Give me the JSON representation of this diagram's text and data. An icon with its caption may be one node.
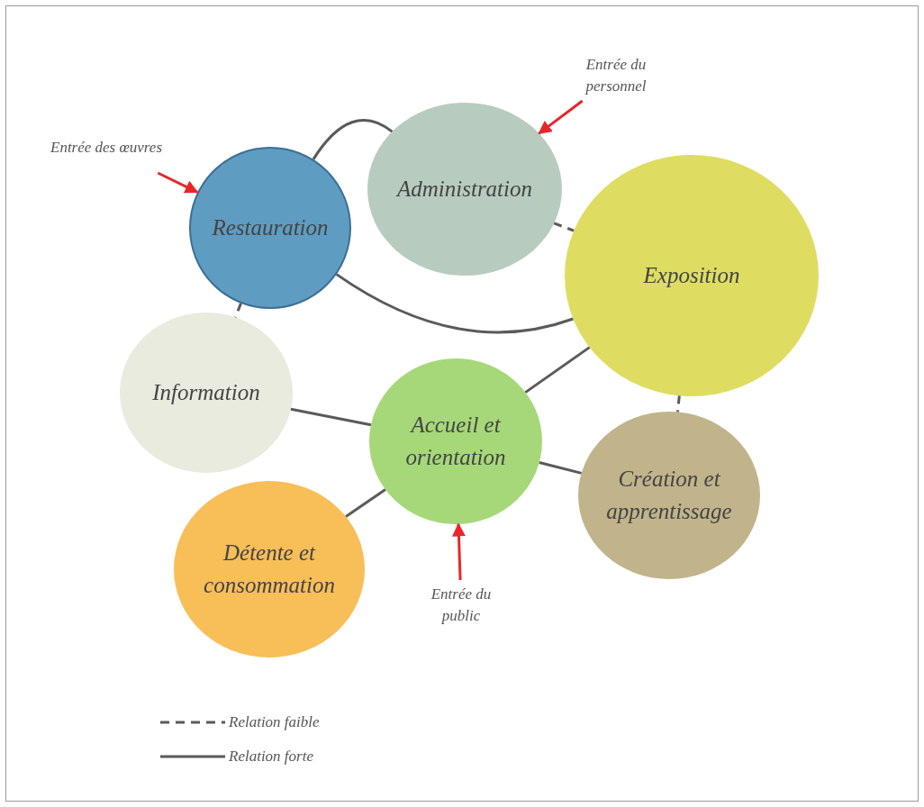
{
  "diagram": {
    "nodes": [
      {
        "text": [
          "Restauration"
        ]
      },
      {
        "text": [
          "Administration"
        ]
      },
      {
        "text": [
          "Exposition"
        ]
      },
      {
        "text": [
          "Information"
        ]
      },
      {
        "text": [
          "Accueil et orientation"
        ]
      },
      {
        "text": [
          "Création et apprentissage"
        ]
      },
      {
        "text": [
          "Détente et consommation"
        ]
      },
      {
        "text": [
          "Entrée des œuvres"
        ]
      },
      {
        "text": [
          "Entrée du personnel"
        ]
      },
      {
        "text": [
          "Entrée du public"
        ]
      }
    ],
    "edges": [
      {
        "from": 0,
        "to": 1,
        "arrow": "none"
      },
      {
        "from": 0,
        "to": 2,
        "arrow": "none"
      },
      {
        "from": 1,
        "to": 2,
        "arrow": "none",
        "style": "dashed"
      },
      {
        "from": 0,
        "to": 3,
        "arrow": "none",
        "style": "dashed"
      },
      {
        "from": 2,
        "to": 4,
        "arrow": "none"
      },
      {
        "from": 3,
        "to": 4,
        "arrow": "none"
      },
      {
        "from": 4,
        "to": 5,
        "arrow": "none"
      },
      {
        "from": 4,
        "to": 6,
        "arrow": "none"
      },
      {
        "from": 2,
        "to": 5,
        "arrow": "none",
        "style": "dashed"
      },
      {
        "from": 7,
        "to": 0,
        "arrow": "to",
        "color": "#e8262a"
      },
      {
        "from": 8,
        "to": 1,
        "arrow": "to",
        "color": "#e8262a"
      },
      {
        "from": 9,
        "to": 4,
        "arrow": "to",
        "color": "#e8262a"
      }
    ],
    "legend": [
      {
        "text": "Relation faible"
      },
      {
        "text": "Relation forte"
      }
    ]
  }
}
